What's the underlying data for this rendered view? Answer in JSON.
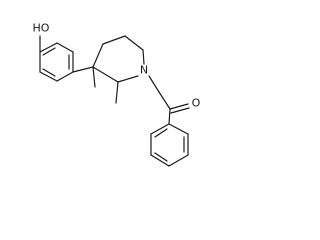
{
  "atoms": {
    "hydroxyl": "HO",
    "nitrogen": "N",
    "carbonyl_oxygen": "O"
  }
}
